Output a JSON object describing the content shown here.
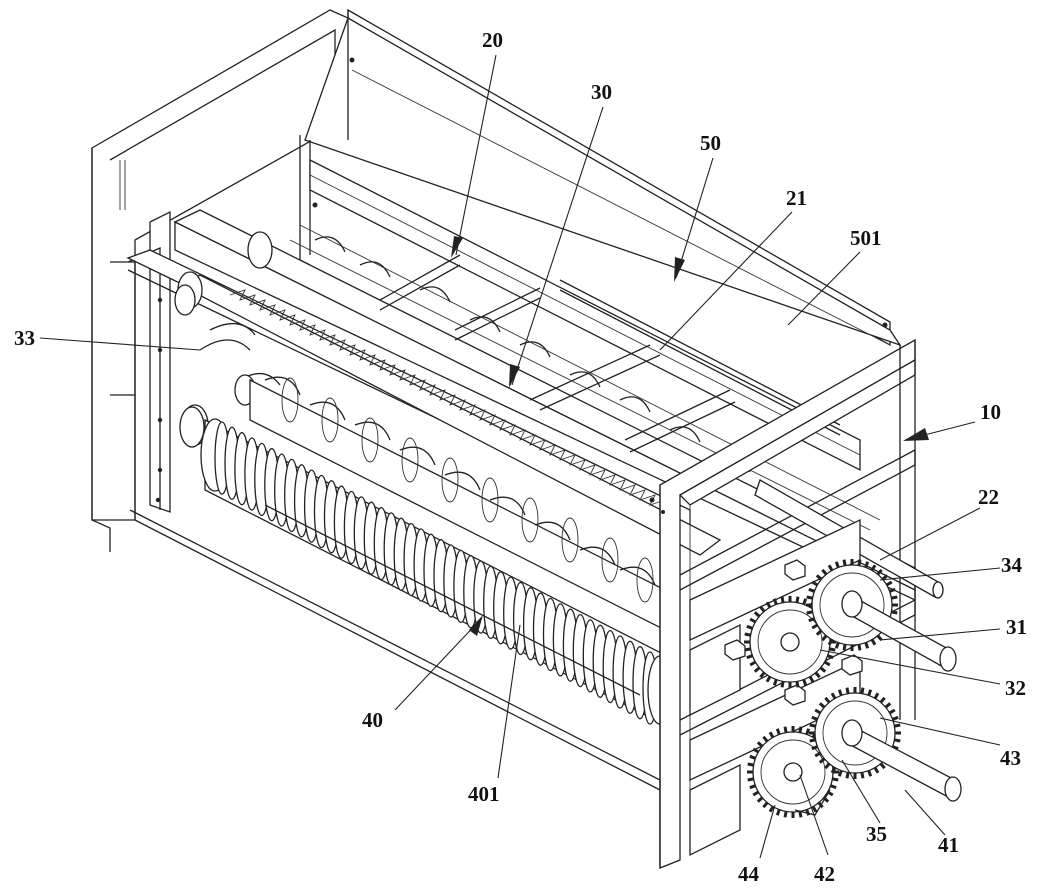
{
  "labels": {
    "n20": "20",
    "n30": "30",
    "n50": "50",
    "n21": "21",
    "n501": "501",
    "n10": "10",
    "n22": "22",
    "n33": "33",
    "n34": "34",
    "n31": "31",
    "n32": "32",
    "n43": "43",
    "n35": "35",
    "n41": "41",
    "n42": "42",
    "n44": "44",
    "n40": "40",
    "n401": "401"
  }
}
